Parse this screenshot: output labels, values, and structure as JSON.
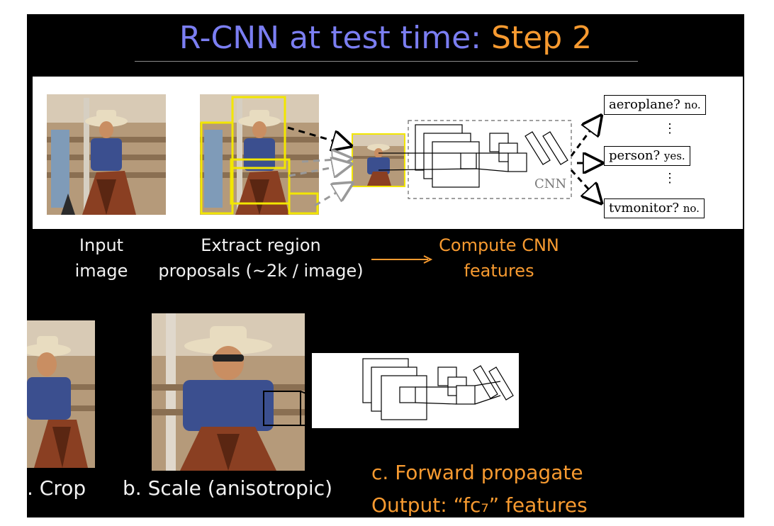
{
  "title": {
    "part1": "R-CNN at test time: ",
    "part2": "Step 2"
  },
  "pipeline": {
    "input_caption_line1": "Input",
    "input_caption_line2": "image",
    "extract_caption_line1": "Extract region",
    "extract_caption_line2": "proposals (~2k / image)",
    "compute_caption_line1": "Compute CNN",
    "compute_caption_line2": "features",
    "cnn_label": "CNN",
    "outputs": [
      {
        "class": "aeroplane?",
        "answer": "no."
      },
      {
        "class": "person?",
        "answer": "yes."
      },
      {
        "class": "tvmonitor?",
        "answer": "no."
      }
    ],
    "dots": "⋮"
  },
  "steps": {
    "crop_label": ". Crop",
    "scale_label": "b. Scale (anisotropic)",
    "forward_label": "c. Forward propagate",
    "output_label": "Output: “fc₇” features"
  },
  "colors": {
    "title_blue": "#7b7ef2",
    "accent_orange": "#f79a30",
    "proposal_yellow": "#f2e600"
  }
}
